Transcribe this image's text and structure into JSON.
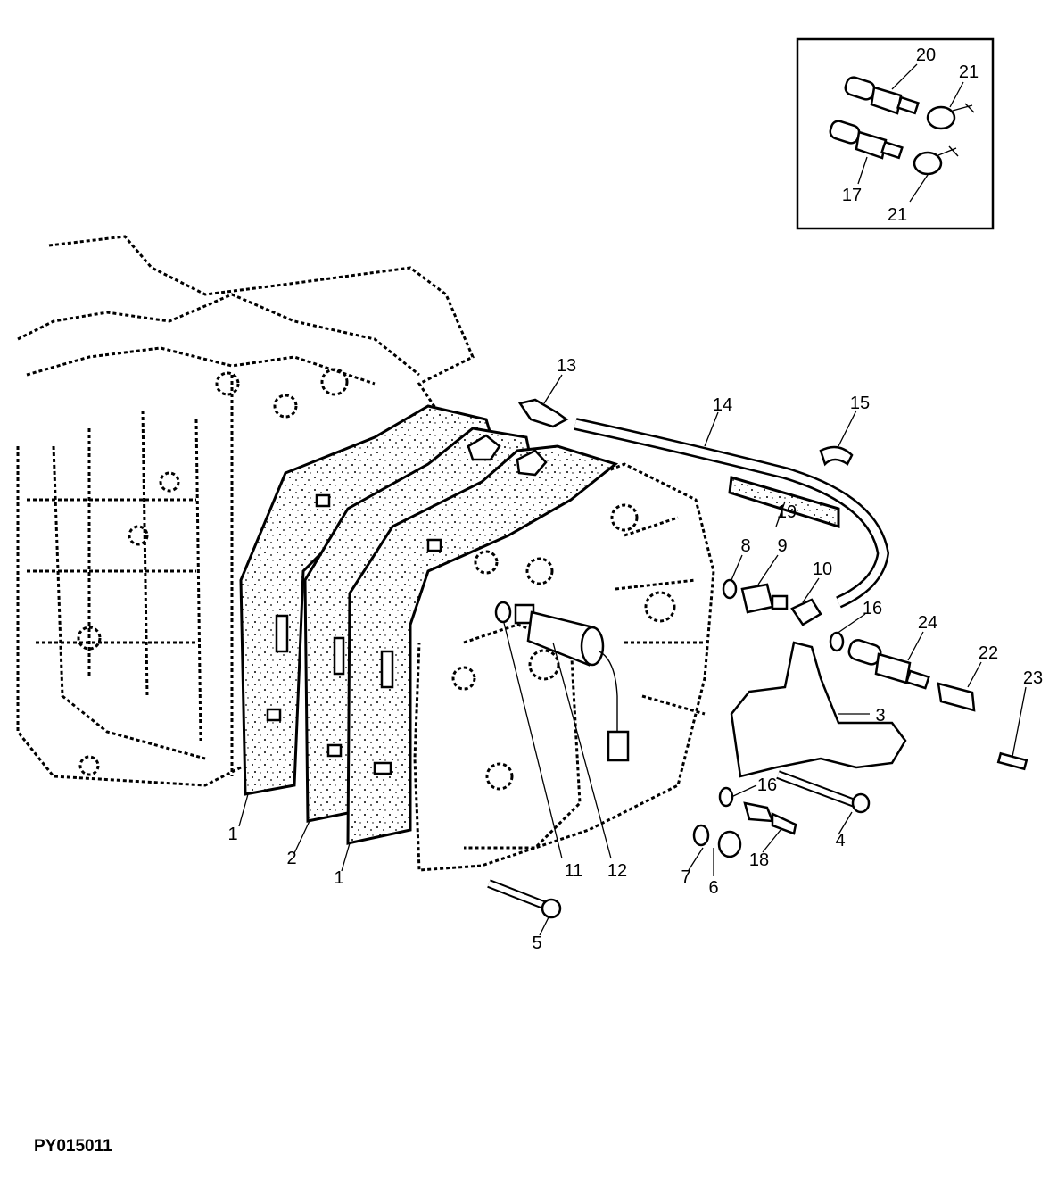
{
  "figure_id": "PY015011",
  "callouts": {
    "c1a": "1",
    "c2": "2",
    "c1b": "1",
    "c3": "3",
    "c4": "4",
    "c5": "5",
    "c6": "6",
    "c7": "7",
    "c8": "8",
    "c9": "9",
    "c10": "10",
    "c11": "11",
    "c12": "12",
    "c13": "13",
    "c14": "14",
    "c15": "15",
    "c16a": "16",
    "c16b": "16",
    "c17": "17",
    "c18": "18",
    "c19": "19",
    "c20": "20",
    "c21a": "21",
    "c21b": "21",
    "c22": "22",
    "c23": "23",
    "c24": "24"
  }
}
